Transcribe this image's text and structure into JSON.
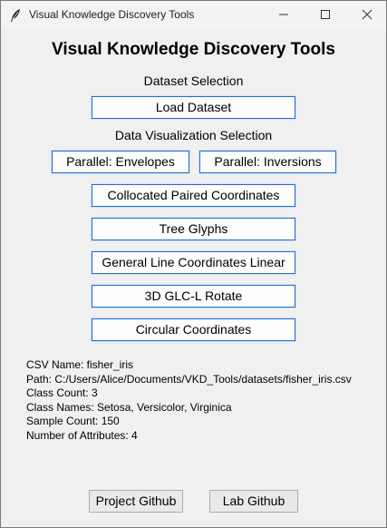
{
  "window": {
    "title": "Visual Knowledge Discovery Tools",
    "app_icon": "feather-icon",
    "controls": {
      "minimize_icon": "minimize-icon",
      "maximize_icon": "maximize-icon",
      "close_icon": "close-icon"
    }
  },
  "main": {
    "heading": "Visual Knowledge Discovery Tools",
    "dataset_section_label": "Dataset Selection",
    "load_dataset_label": "Load Dataset",
    "visualization_section_label": "Data Visualization Selection",
    "buttons": {
      "parallel_envelopes": "Parallel: Envelopes",
      "parallel_inversions": "Parallel: Inversions",
      "collocated_paired": "Collocated Paired Coordinates",
      "tree_glyphs": "Tree Glyphs",
      "glc_linear": "General Line Coordinates Linear",
      "glc_3d_rotate": "3D GLC-L Rotate",
      "circular": "Circular Coordinates"
    }
  },
  "dataset_info": {
    "csv_name": "CSV Name: fisher_iris",
    "path": "Path: C:/Users/Alice/Documents/VKD_Tools/datasets/fisher_iris.csv",
    "class_count": "Class Count: 3",
    "class_names": "Class Names: Setosa, Versicolor, Virginica",
    "sample_count": "Sample Count: 150",
    "attribute_count": "Number of Attributes: 4"
  },
  "footer": {
    "project_github": "Project Github",
    "lab_github": "Lab Github"
  }
}
